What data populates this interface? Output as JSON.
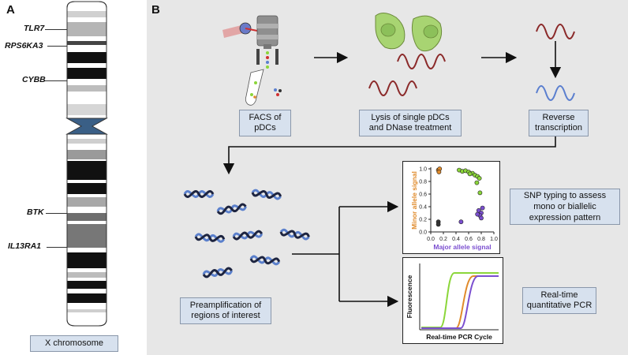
{
  "panel_a": {
    "letter": "A",
    "genes": [
      "TLR7",
      "RPS6KA3",
      "CYBB",
      "BTK",
      "IL13RA1"
    ],
    "chromosome_label": "X chromosome"
  },
  "panel_b": {
    "letter": "B",
    "steps": {
      "facs": "FACS of\npDCs",
      "lysis": "Lysis of single pDCs\nand DNase treatment",
      "rt": "Reverse\ntranscription",
      "preamp": "Preamplification of\nregions of interest",
      "snp": "SNP typing to assess\nmono or biallelic\nexpression pattern",
      "qpcr": "Real-time\nquantitative PCR"
    },
    "snp_plot": {
      "xlabel": "Major allele signal",
      "ylabel": "Minor allele signal",
      "xticks": [
        "0.0",
        "0.2",
        "0.4",
        "0.6",
        "0.8",
        "1.0"
      ],
      "yticks": [
        "0.0",
        "0.2",
        "0.4",
        "0.6",
        "0.8",
        "1.0"
      ]
    },
    "qpcr_plot": {
      "xlabel": "Real-time PCR Cycle",
      "ylabel": "Fluorescence"
    },
    "colors": {
      "panel_bg": "#e7e7e7",
      "box_fill": "#d7e1ee",
      "rna": "#8b2a2a",
      "cdna": "#5b7fcf",
      "dna_dark": "#1d2440",
      "dna_light": "#5b80cc",
      "major_allele": "#7b4fd0",
      "minor_allele": "#e08a2a",
      "biallelic": "#8bd63a"
    }
  }
}
